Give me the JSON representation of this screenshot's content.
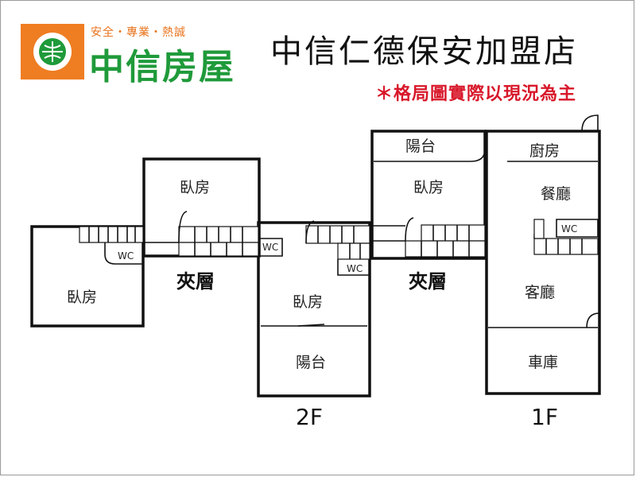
{
  "header": {
    "logo_slogan": "安全・專業・熱誠",
    "logo_name": "中信房屋",
    "store_name": "中信仁德保安加盟店",
    "disclaimer": "＊格局圖實際以現況為主"
  },
  "colors": {
    "logo_orange": "#ef7d22",
    "logo_green": "#1f9a3a",
    "disclaimer_red": "#d8182a"
  },
  "floors": {
    "2F": {
      "label": "2F",
      "mezzanine_label": "夾層",
      "rooms": [
        "臥房",
        "臥房",
        "臥房",
        "陽台"
      ],
      "wc": [
        "WC",
        "WC",
        "WC"
      ]
    },
    "1F": {
      "label": "1F",
      "mezzanine_label": "夾層",
      "rooms": [
        "陽台",
        "臥房",
        "廚房",
        "餐廳",
        "客廳",
        "車庫"
      ],
      "wc": [
        "WC"
      ]
    }
  }
}
